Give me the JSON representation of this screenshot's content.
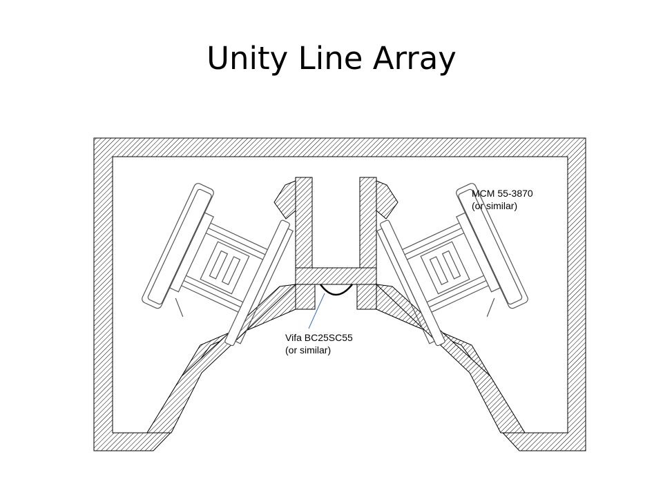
{
  "title": "Unity Line Array",
  "labels": {
    "woofer_line1": "MCM 55-3870",
    "woofer_line2": "(or similar)",
    "tweeter_line1": "Vifa BC25SC55",
    "tweeter_line2": "(or similar)"
  },
  "colors": {
    "line": "#000000",
    "hatch": "#000000",
    "leader": "#2e6fbf",
    "driver_stroke": "#555555"
  }
}
